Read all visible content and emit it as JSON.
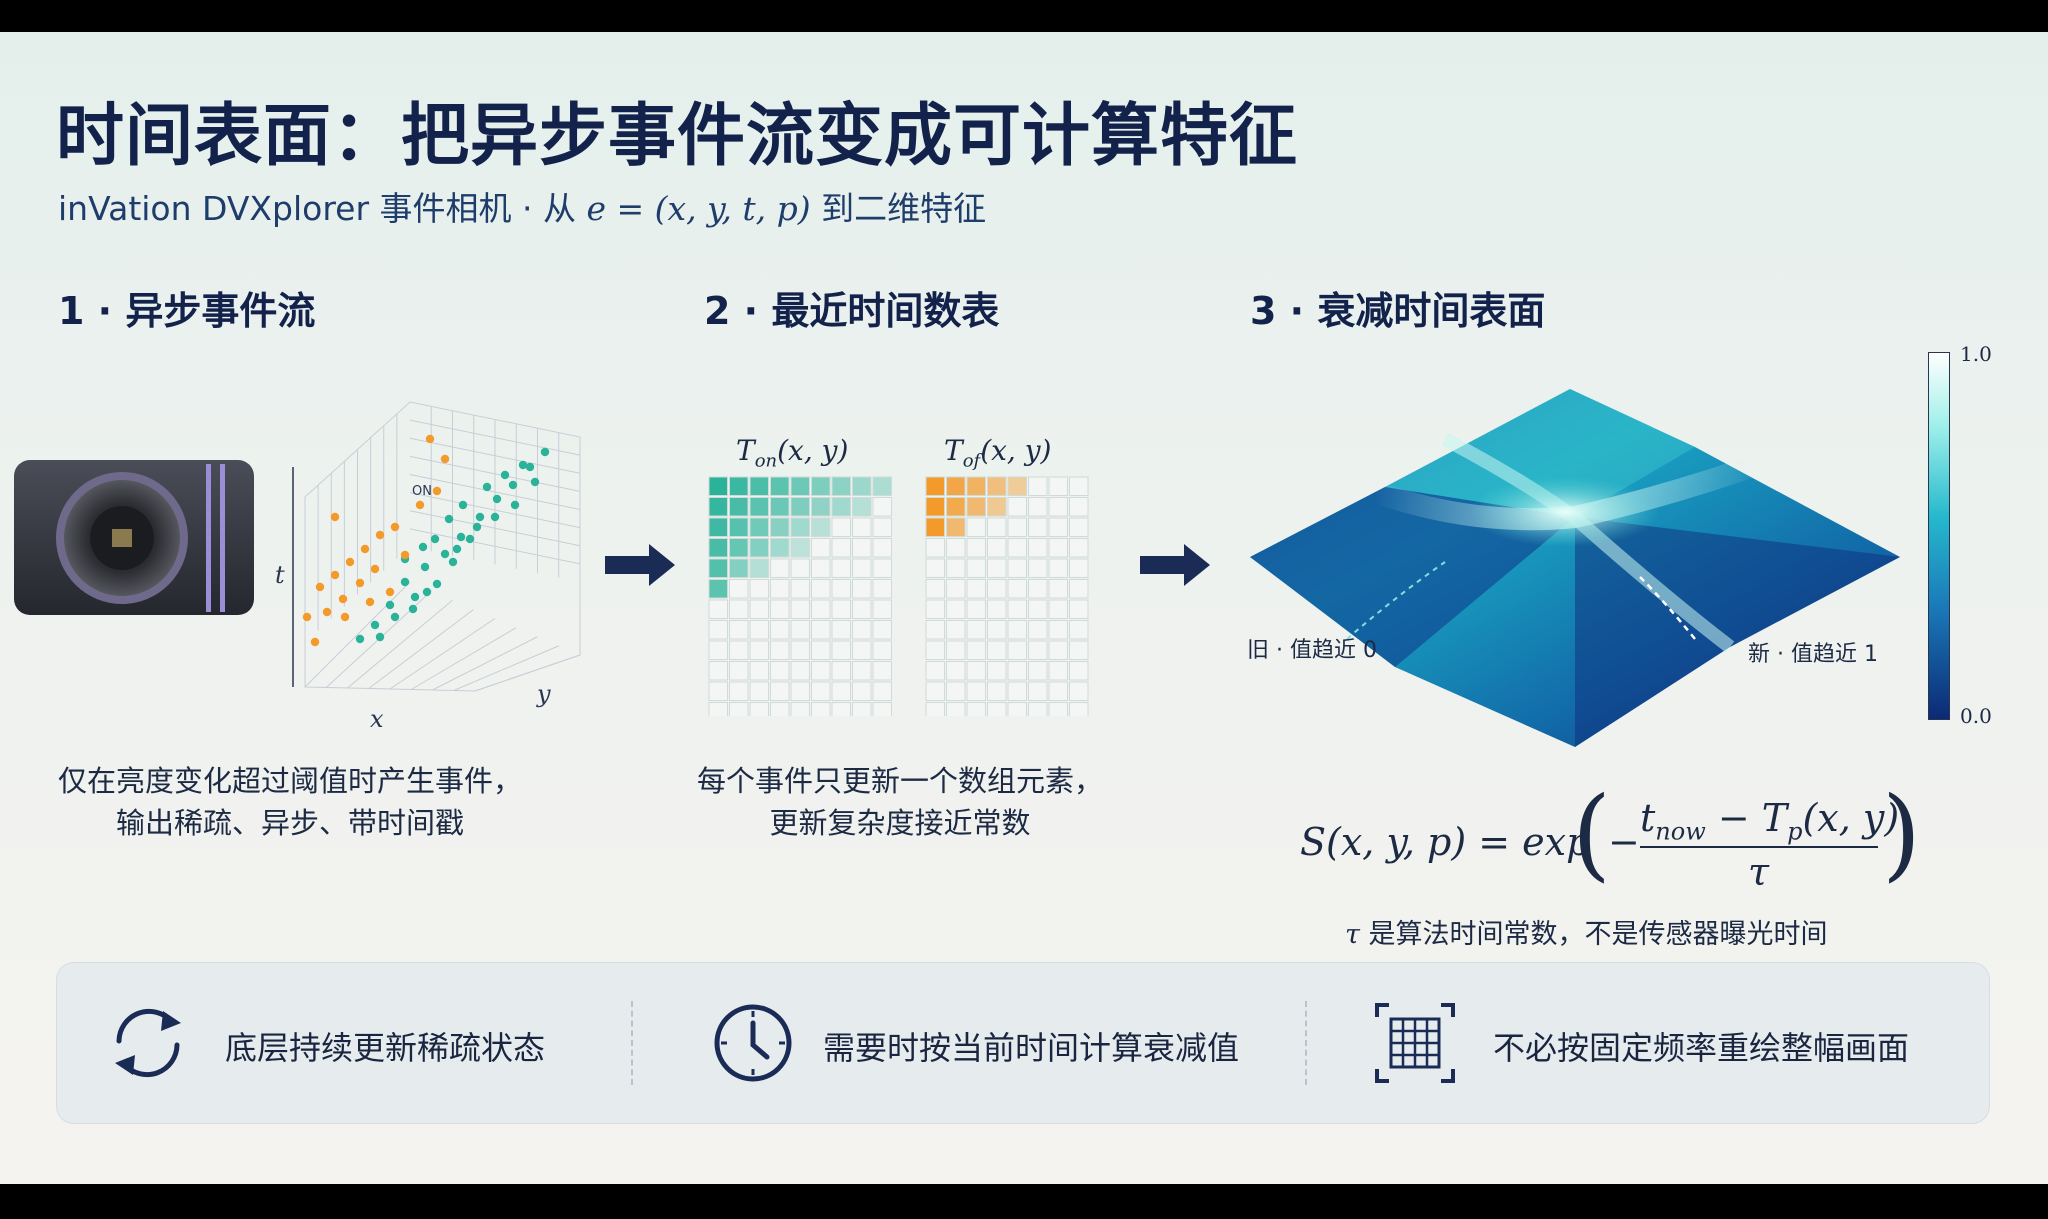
{
  "title": "时间表面：把异步事件流变成可计算特征",
  "subtitle": {
    "prefix": "inVation DVXplorer 事件相机 · 从",
    "formula": "e = (x, y, t, p)",
    "suffix": "到二维特征"
  },
  "sections": [
    {
      "heading": "1 · 异步事件流",
      "caption": [
        "仅在亮度变化超过阈值时产生事件，",
        "输出稀疏、异步、带时间戳"
      ],
      "axis_labels": {
        "t": "t",
        "x": "x",
        "y": "y"
      },
      "on_label": "ON"
    },
    {
      "heading": "2 · 最近时间数表",
      "caption": [
        "每个事件只更新一个数组元素，",
        "更新复杂度接近常数"
      ],
      "grid_on_label": "T",
      "grid_on_sub": "on",
      "grid_on_args": "(x, y)",
      "grid_off_label": "T",
      "grid_off_sub": "of",
      "grid_off_args": "(x, y)"
    },
    {
      "heading": "3 · 衰减时间表面",
      "old_label": "旧 · 值趋近 0",
      "new_label": "新 · 值趋近 1",
      "colorbar_max": "1.0",
      "colorbar_min": "0.0",
      "formula_lhs": "S(x, y, p) = exp",
      "formula_num": "t",
      "formula_num_sub": "now",
      "formula_num_rest": "− T",
      "formula_num_sub2": "p",
      "formula_num_args": "(x, y)",
      "formula_den": "τ",
      "note_tau": "τ",
      "note_rest": "是算法时间常数，不是传感器曝光时间"
    }
  ],
  "bottom_bar": [
    {
      "icon": "refresh-cycle-icon",
      "text": "底层持续更新稀疏状态"
    },
    {
      "icon": "clock-icon",
      "text": "需要时按当前时间计算衰减值"
    },
    {
      "icon": "grid-frame-icon",
      "text": "不必按固定频率重绘整幅画面"
    }
  ],
  "colors": {
    "title": "#13224b",
    "on_events": "#2bb39a",
    "off_events": "#f39a2b",
    "arrow": "#1a2b56",
    "surface_dark": "#0d2a72",
    "surface_light": "#d8fbf6"
  }
}
